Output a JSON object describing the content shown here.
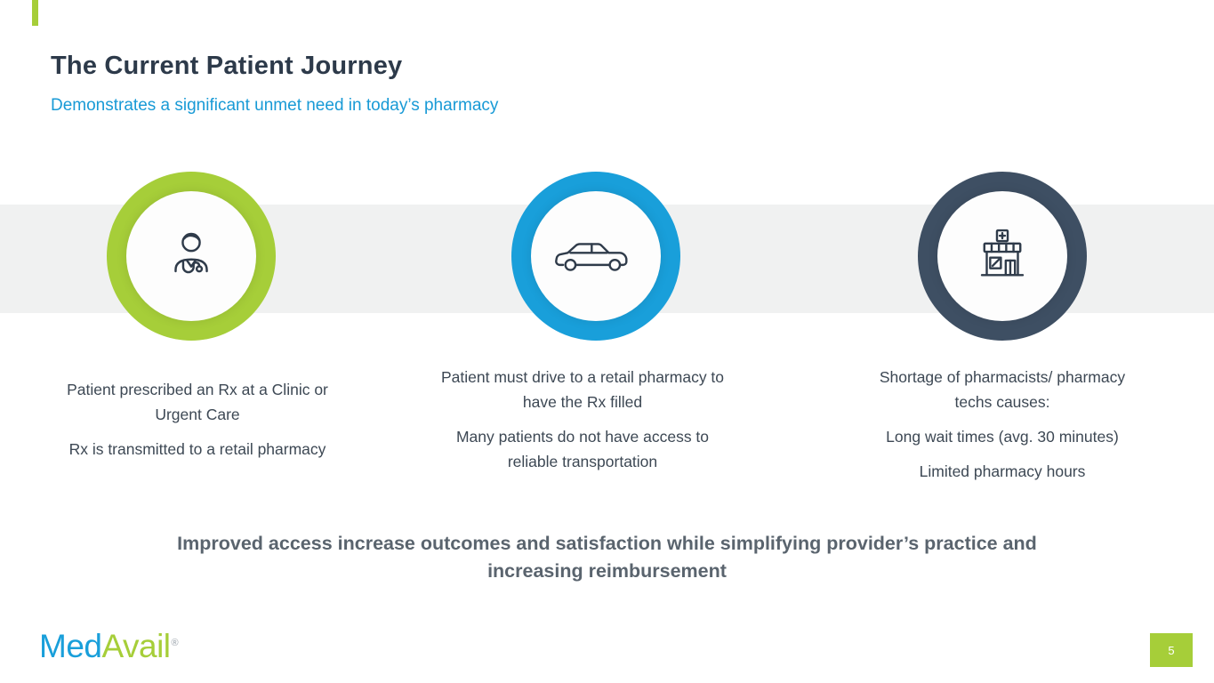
{
  "slide": {
    "title": "The Current Patient Journey",
    "subtitle": "Demonstrates a significant unmet need in today’s pharmacy",
    "takeaway": "Improved access increase outcomes and satisfaction while simplifying provider’s practice and increasing reimbursement",
    "page_number": "5"
  },
  "colors": {
    "step_green": "#a6ce39",
    "step_blue": "#199fda",
    "step_navy": "#3e4f63",
    "title_text": "#2d3a4a",
    "subtitle_text": "#189ad6",
    "body_text": "#3d4854",
    "takeaway_text": "#5a646e",
    "band_background": "#f0f1f1"
  },
  "steps": [
    {
      "icon": "doctor-icon",
      "ring_color": "#a6ce39",
      "lines": [
        "Patient prescribed an Rx at a Clinic or Urgent Care",
        "Rx is transmitted to a retail pharmacy"
      ]
    },
    {
      "icon": "car-icon",
      "ring_color": "#199fda",
      "lines": [
        "Patient must drive to a retail pharmacy to have the Rx filled",
        "Many patients do not have access to reliable transportation"
      ]
    },
    {
      "icon": "pharmacy-icon",
      "ring_color": "#3e4f63",
      "lines": [
        "Shortage of pharmacists/ pharmacy techs causes:",
        "Long wait times (avg. 30 minutes)",
        "Limited pharmacy hours"
      ]
    }
  ],
  "logo": {
    "part1": "Med",
    "part2": "Avail",
    "reg": "®"
  }
}
